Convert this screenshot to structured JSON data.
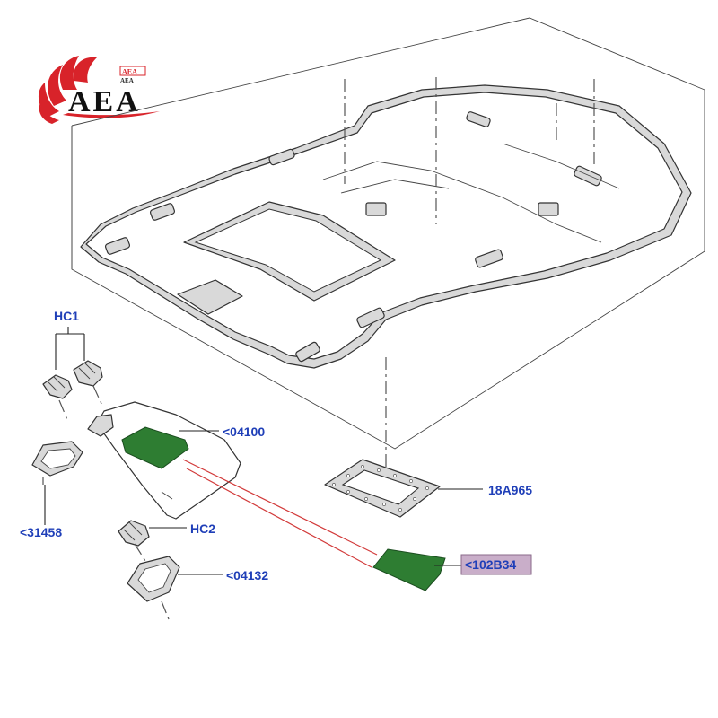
{
  "logo": {
    "brand": "AEA",
    "small_mark": "AEA",
    "small_caption": "AEA",
    "colors": {
      "red": "#d8232a",
      "black": "#111111"
    }
  },
  "callouts": {
    "hc1": "HC1",
    "p04100": "<04100",
    "p18a965": "18A965",
    "p31458": "<31458",
    "hc2": "HC2",
    "p04132": "<04132",
    "p102b34": "<102B34"
  },
  "colors": {
    "callout_text": "#1f3fb8",
    "mirror_green": "#2e7d32",
    "highlight_box": "#c9aec9",
    "red_lines": "#d23a3a"
  }
}
